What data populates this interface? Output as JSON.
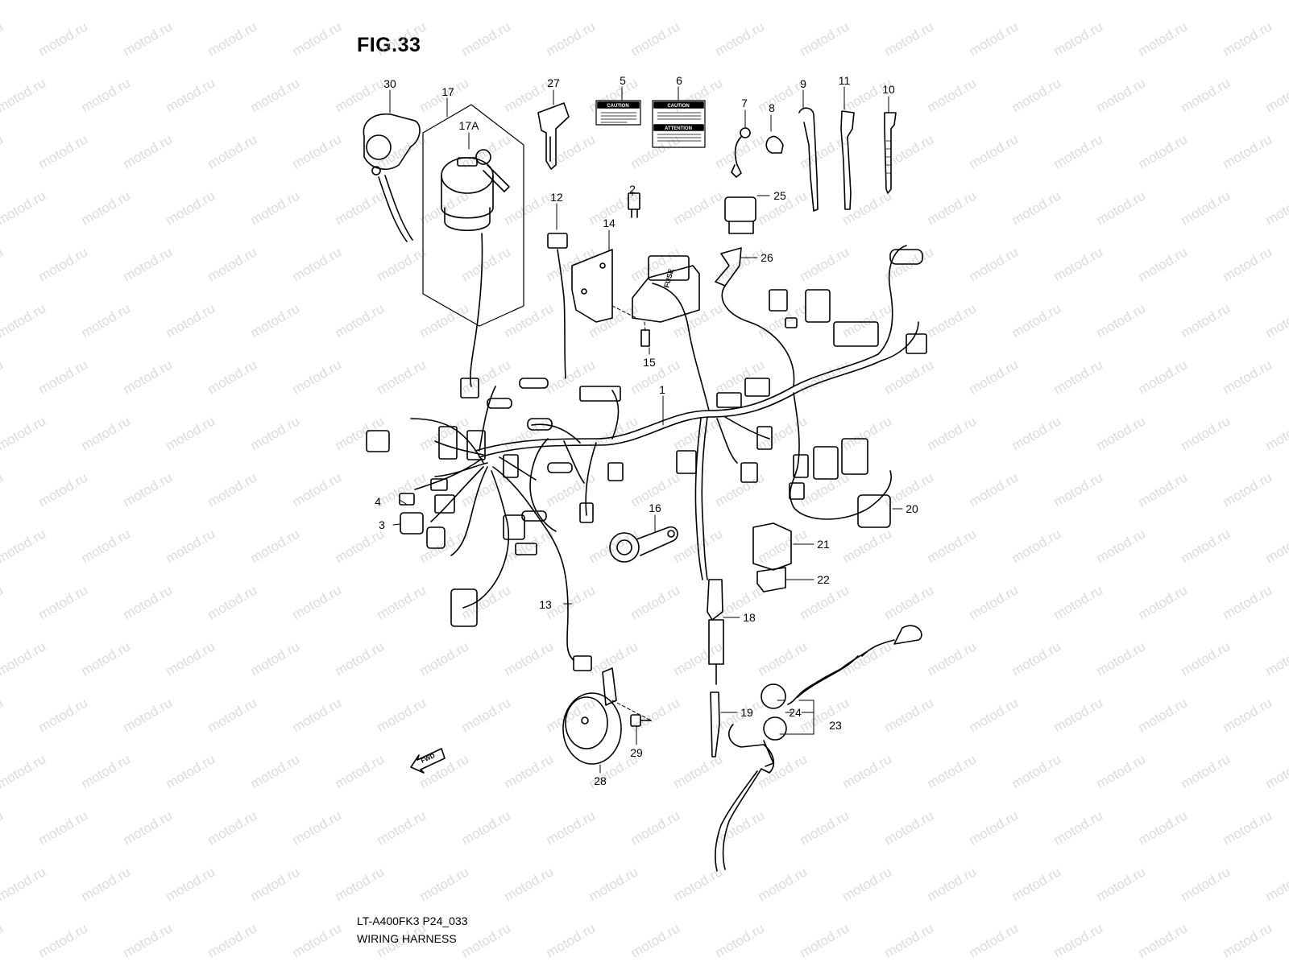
{
  "figure": {
    "title": "FIG.33",
    "model_code": "LT-A400FK3 P24_033",
    "caption": "WIRING HARNESS"
  },
  "watermark": {
    "text": "motod.ru"
  },
  "labels": {
    "caution": "CAUTION",
    "attention": "ATTENTION",
    "fuse": "FUSE",
    "fwd": "FWD"
  },
  "callouts": {
    "c1": "1",
    "c2": "2",
    "c3": "3",
    "c4": "4",
    "c5": "5",
    "c6": "6",
    "c7": "7",
    "c8": "8",
    "c9": "9",
    "c10": "10",
    "c11": "11",
    "c12": "12",
    "c13": "13",
    "c14": "14",
    "c15": "15",
    "c16": "16",
    "c17": "17",
    "c17a": "17A",
    "c18": "18",
    "c19": "19",
    "c20": "20",
    "c21": "21",
    "c22": "22",
    "c23": "23",
    "c24": "24",
    "c25": "25",
    "c26": "26",
    "c27": "27",
    "c28": "28",
    "c29": "29",
    "c30": "30"
  }
}
